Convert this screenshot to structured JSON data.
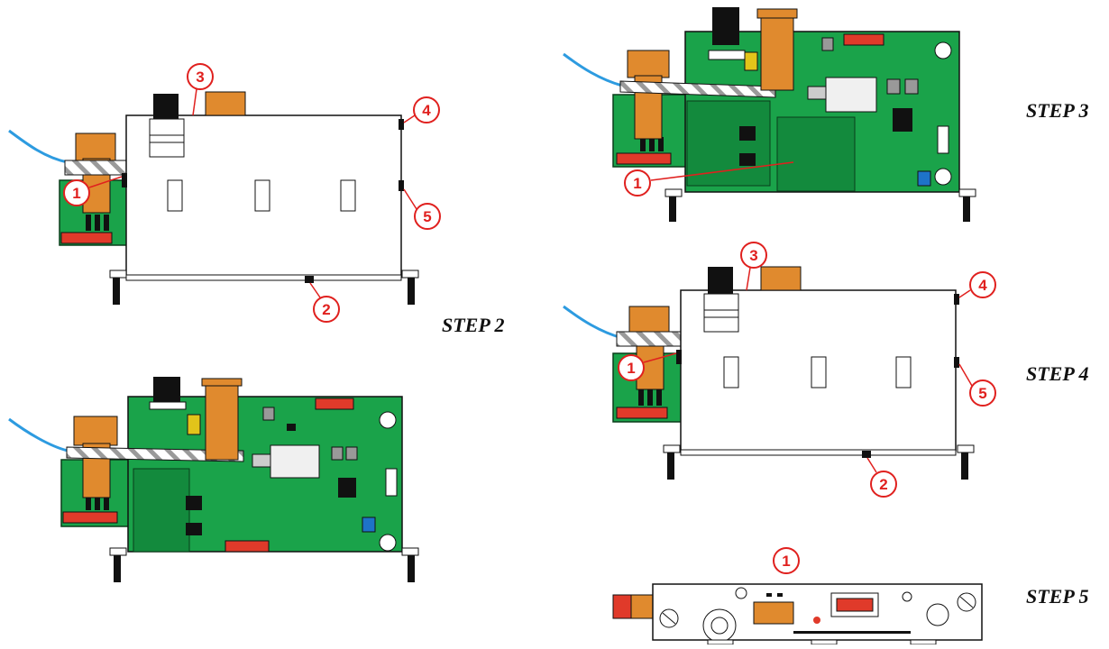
{
  "steps": {
    "step2": "STEP 2",
    "step3": "STEP 3",
    "step4": "STEP 4",
    "step5": "STEP 5"
  },
  "callouts": {
    "n1": "1",
    "n2": "2",
    "n3": "3",
    "n4": "4",
    "n5": "5"
  },
  "colors": {
    "pcb_green": "#1aa34a",
    "pcb_dark": "#0f6e2e",
    "transformer_orange": "#e08a2e",
    "connector_red": "#e03a2a",
    "callout_red": "#e0201e",
    "cable_blue": "#2d9be0",
    "cover_white": "#ffffff",
    "capacitor_blue": "#1e73c8"
  }
}
